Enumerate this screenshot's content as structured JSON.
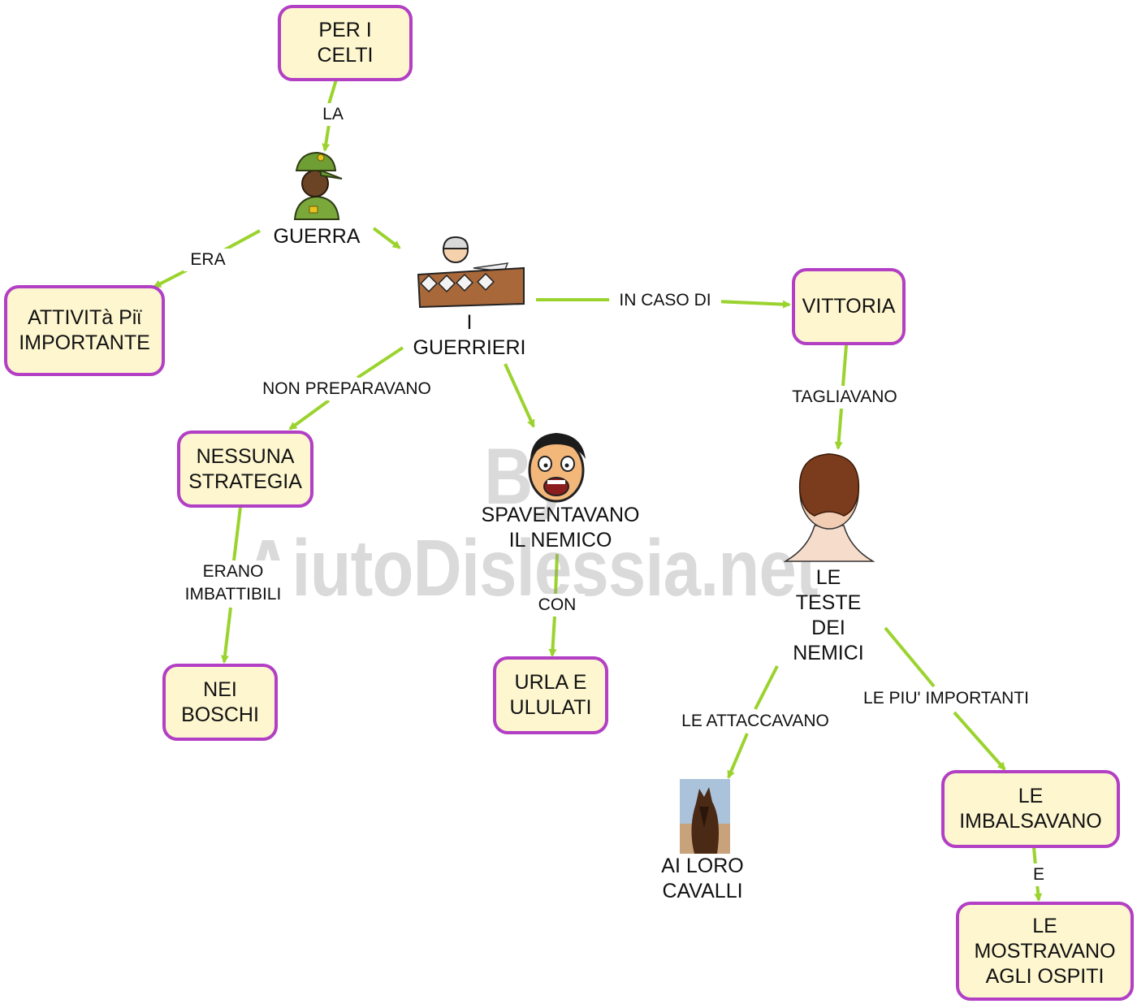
{
  "colors": {
    "node_fill": "#fdf6cf",
    "node_border": "#b23fc4",
    "arrow": "#9bd32e"
  },
  "watermark": "By AiutoDislessia.net",
  "nodes": {
    "per_i_celti": "PER I\nCELTI",
    "guerra": "GUERRA",
    "attivita": "ATTIVITà Piϊ\nIMPORTANTE",
    "guerrieri": "I\nGUERRIERI",
    "vittoria": "VITTORIA",
    "nessuna_strategia": "NESSUNA\nSTRATEGIA",
    "spaventavano": "SPAVENTAVANO\nIL NEMICO",
    "teste": "LE\nTESTE\nDEI\nNEMICI",
    "nei_boschi": "NEI\nBOSCHI",
    "urla": "URLA E\nULULATI",
    "cavalli": "AI LORO\nCAVALLI",
    "imbalsavano": "LE\nIMBALSAVANO",
    "mostravano": "LE\nMOSTRAVANO\nAGLI OSPITI"
  },
  "links": {
    "la": "LA",
    "era": "ERA",
    "in_caso_di": "IN CASO DI",
    "non_preparavano": "NON PREPARAVANO",
    "tagliavano": "TAGLIAVANO",
    "erano_imbattibili": "ERANO\nIMBATTIBILI",
    "con": "CON",
    "le_attaccavano": "LE ATTACCAVANO",
    "le_piu_importanti": "LE PIU' IMPORTANTI",
    "e": "E"
  },
  "icons": [
    "soldier-icon",
    "warriors-icon",
    "screaming-face-icon",
    "head-back-icon",
    "horse-photo"
  ]
}
